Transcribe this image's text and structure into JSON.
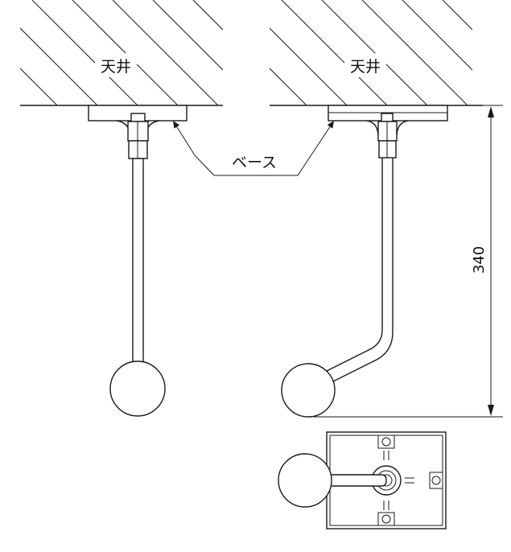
{
  "labels": {
    "ceiling_left": "天井",
    "ceiling_right": "天井",
    "base": "ベース",
    "dimension": "340"
  }
}
